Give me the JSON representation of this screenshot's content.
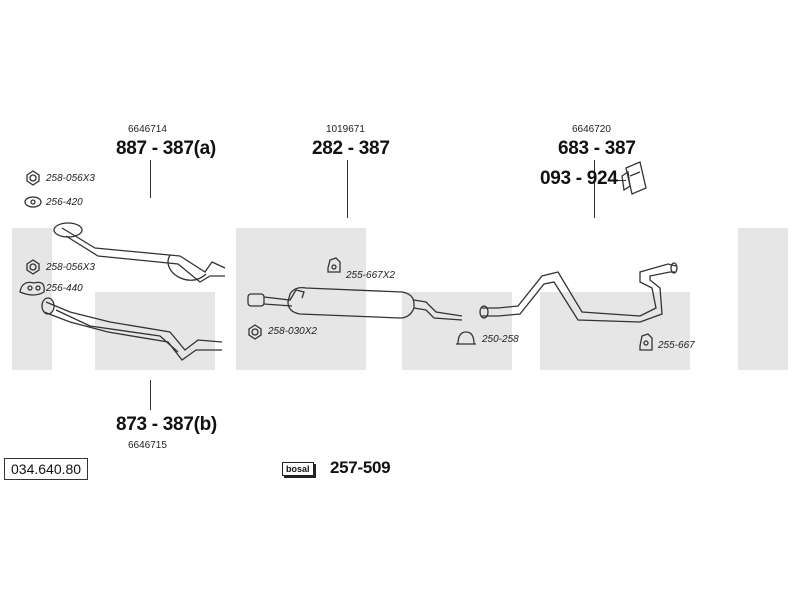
{
  "diagram": {
    "watermark_color": "#e6e6e6",
    "line_color": "#333333",
    "parts": {
      "front_a": {
        "ref": "6646714",
        "code": "887 - 387(a)"
      },
      "front_b": {
        "ref": "6646715",
        "code": "873 - 387(b)"
      },
      "middle": {
        "ref": "1019671",
        "code": "282 - 387"
      },
      "rear": {
        "ref": "6646720",
        "code": "683 - 387"
      },
      "hanger": {
        "code": "093 - 924"
      }
    },
    "hardware": {
      "nut_a": "258-056X3",
      "gasket_a": "256-420",
      "nut_b": "258-056X3",
      "gasket_b": "256-440",
      "rubber_mid": "255-667X2",
      "nut_mid": "258-030X2",
      "clamp": "250-258",
      "rubber_rear": "255-667"
    },
    "catalog_number": "034.640.80",
    "kit": {
      "logo": "bosal",
      "code": "257-509"
    }
  }
}
